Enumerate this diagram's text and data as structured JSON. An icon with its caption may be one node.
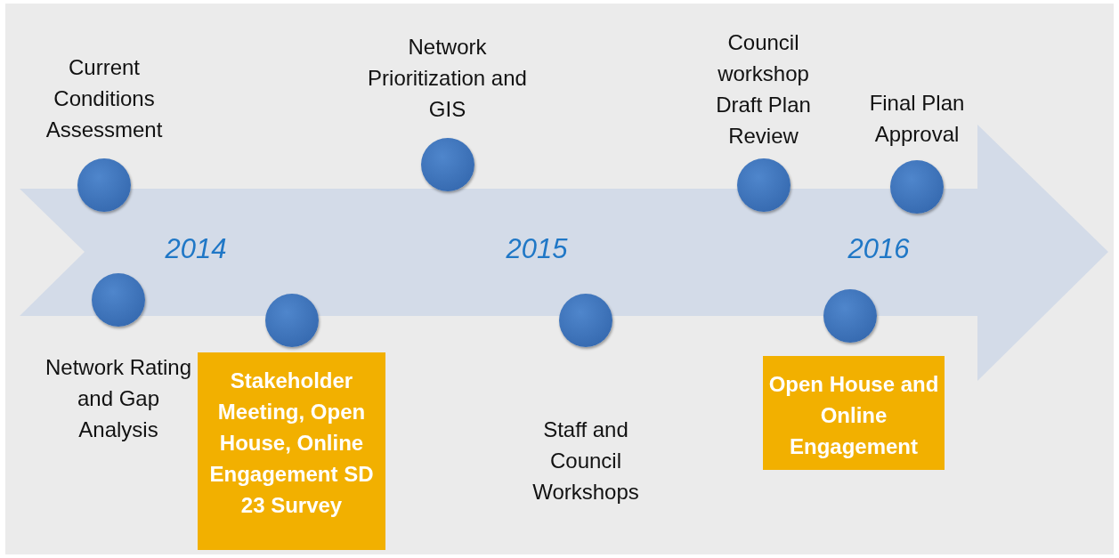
{
  "diagram": {
    "nodes": [
      {
        "text": [
          "Current Conditions Assessment"
        ]
      },
      {
        "text": [
          "Network Rating and Gap Analysis"
        ]
      },
      {
        "text": [],
        "shape": "circle"
      },
      {
        "text": [
          "Stakeholder Meeting, Open House, Online Engagement SD 23 Survey"
        ]
      },
      {
        "text": [
          "Network Prioritization and GIS"
        ]
      },
      {
        "text": [
          "Staff and Council Workshops"
        ]
      },
      {
        "text": [
          "Council workshop Draft Plan Review"
        ]
      },
      {
        "text": [],
        "shape": "circle"
      },
      {
        "text": [
          "Open House and Online Engagement"
        ]
      },
      {
        "text": [
          "Final Plan Approval"
        ]
      }
    ],
    "edges": [],
    "labels": [
      "2014",
      "2015",
      "2016"
    ]
  }
}
